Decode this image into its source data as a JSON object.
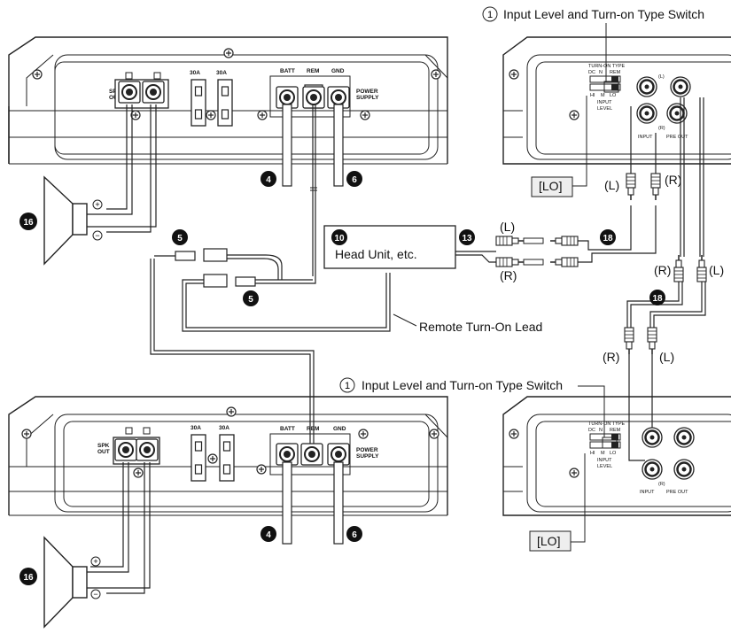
{
  "callouts": {
    "switch_num": "1",
    "switch_label": "Input Level and Turn-on Type Switch",
    "head_unit_num": "10",
    "head_unit_label": "Head Unit, etc.",
    "remote_lead": "Remote Turn-On Lead",
    "lo_label": "[LO]"
  },
  "badges": {
    "b4": "4",
    "b5": "5",
    "b6": "6",
    "b13": "13",
    "b16": "16",
    "b18": "18"
  },
  "channel": {
    "left": "(L)",
    "right": "(R)"
  },
  "amp": {
    "spk_out_1": "SPK",
    "spk_out_2": "OUT",
    "plus": "+",
    "minus": "−",
    "fuse": "30A",
    "batt": "BATT",
    "rem": "REM",
    "gnd": "GND",
    "power_1": "POWER",
    "power_2": "SUPPLY",
    "turn_on": "TURN-ON TYPE",
    "sw_dc": "DC",
    "sw_n": "N",
    "sw_rem": "REM",
    "sw_hi": "HI",
    "sw_m": "M",
    "sw_lo": "LO",
    "input_level_1": "INPUT",
    "input_level_2": "LEVEL",
    "jack_l": "(L)",
    "jack_r": "(R)",
    "input": "INPUT",
    "pre_out": "PRE OUT"
  }
}
